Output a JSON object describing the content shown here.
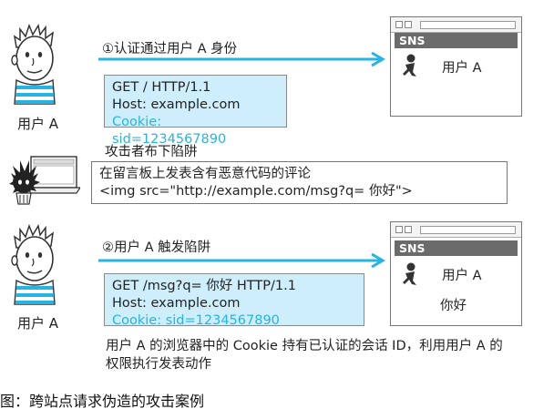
{
  "step1": {
    "label": "①认证通过用户 A 身份",
    "actor": "用户 A",
    "request": {
      "line1": "GET / HTTP/1.1",
      "line2": "Host: example.com",
      "cookie": "Cookie: sid=1234567890"
    },
    "window": {
      "site": "SNS",
      "user": "用户 A"
    }
  },
  "attacker": {
    "label": "攻击者布下陷阱",
    "comment_line1": "在留言板上发表含有恶意代码的评论",
    "comment_line2": "<img src=\"http://example.com/msg?q= 你好\">"
  },
  "step2": {
    "label": "②用户 A 触发陷阱",
    "actor": "用户 A",
    "request": {
      "line1": "GET /msg?q= 你好 HTTP/1.1",
      "line2": "Host: example.com",
      "cookie": "Cookie: sid=1234567890"
    },
    "window": {
      "site": "SNS",
      "user": "用户 A",
      "post": "你好"
    }
  },
  "note": {
    "line1": "用户 A 的浏览器中的 Cookie 持有已认证的会话 ID，利用用户 A 的",
    "line2": "权限执行发表动作"
  },
  "caption": "图：跨站点请求伪造的攻击案例",
  "colors": {
    "arrow": "#27b4e3",
    "request_bg": "#cdeefa",
    "cookie_text": "#27b4e3",
    "sns_bar": "#6b6b6b"
  }
}
